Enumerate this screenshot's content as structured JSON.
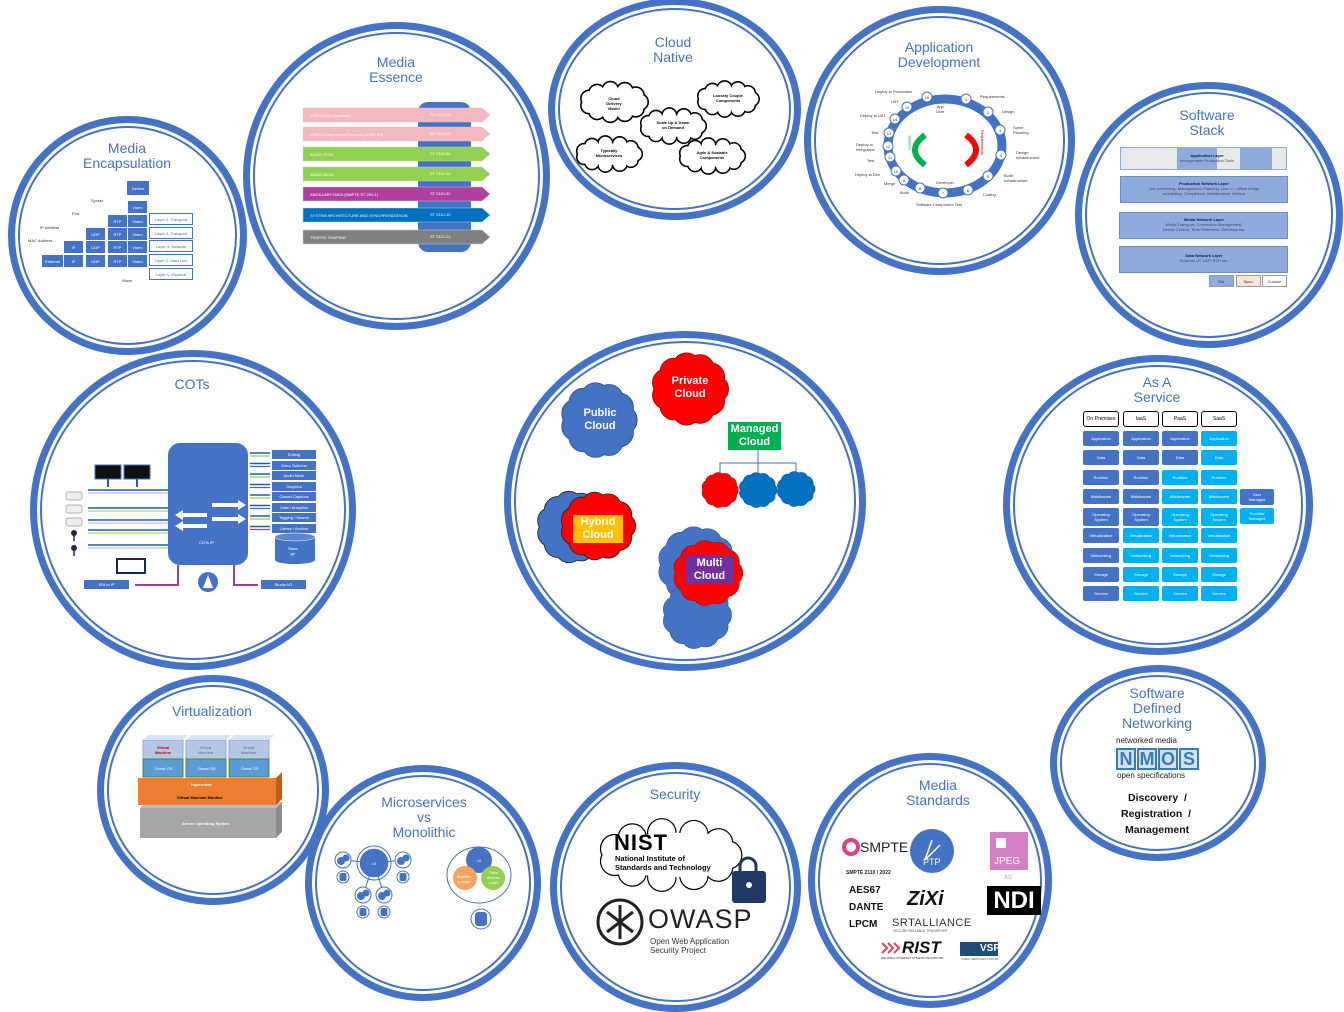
{
  "colors": {
    "ring": "#4472C4",
    "light_blue": "#00B0F0",
    "red": "#FF0000",
    "green": "#00B050",
    "orange": "#FFC000",
    "purple": "#7030A0"
  },
  "media_encapsulation": {
    "title": "Media\nEncapsulation",
    "deliver": "Deliver",
    "video": "Video",
    "rtp": "RTP",
    "udp": "UDP",
    "ip": "IP",
    "ethernet": "Ethernet",
    "layers": [
      "Layer 4, Transport",
      "Layer 4, Transport",
      "Layer 3, Network",
      "Layer 2, Data Link",
      "Layer 1, Physical"
    ],
    "annotations": [
      "Syntax",
      "Port",
      "IP Address",
      "MAC Address",
      "Wave"
    ]
  },
  "media_essence": {
    "title": "Media\nEssence",
    "rows": [
      {
        "label": "VIDEO Uncompressed",
        "std": "ST 2110-20",
        "color": "#F4B8C0"
      },
      {
        "label": "VIDEO Compressed Essence (JPEG XS)",
        "std": "ST 2110-22",
        "color": "#F4B8C0"
      },
      {
        "label": "AUDIO PCM",
        "std": "ST 2110-30",
        "color": "#92D050"
      },
      {
        "label": "AUDIO AES3",
        "std": "ST 2110-31",
        "color": "#92D050"
      },
      {
        "label": "ANCILLARY DATA (SMPTE ST 291-1)",
        "std": "ST 2110-40",
        "color": "#B040A0"
      },
      {
        "label": "SYSTEM ARCHITECTURE AND SYNCHRONIZATION",
        "std": "ST 2110-10",
        "color": "#0070C0"
      },
      {
        "label": "TRAFFIC SHAPING",
        "std": "ST 2110-21",
        "color": "#808080"
      }
    ]
  },
  "cloud_native": {
    "title": "Cloud\nNative",
    "clouds": [
      "Cloud\nDelivery\nModel",
      "Loosely Couple\nComponents",
      "Scale Up & Down\non Demand",
      "Typically\nMicroservices",
      "Agile & Scalable\nComponents"
    ]
  },
  "app_dev": {
    "title": "Application\nDevelopment",
    "steps": [
      "Requirements",
      "Design",
      "Sprint\nPlanning",
      "Design\nInfrastructure",
      "Build\nInfrastructure",
      "Coding",
      "Software Component Test",
      "Build",
      "Merge",
      "Deploy to Dev",
      "Test",
      "Deploy to\nIntegration",
      "Test",
      "Deploy at UAT",
      "UAT",
      "Deploy to Production"
    ],
    "numbers": [
      "1",
      "2",
      "3",
      "4",
      "5",
      "6",
      "7",
      "8",
      "9",
      "10",
      "11",
      "12",
      "13",
      "14",
      "15",
      "16"
    ],
    "app_user": "App\nUser",
    "developer": "Developer",
    "solution": "Solution",
    "requirements": "Requirements"
  },
  "software_stack": {
    "title": "Software\nStack",
    "layers": [
      {
        "name": "Application Layer",
        "desc": "Interoperable Production Tools"
      },
      {
        "name": "Production Network Layer",
        "desc": "Job scheduling, Management, Planning, Live <-> offline bridge\nscheduling, Compliance, Maintenance, Archive"
      },
      {
        "name": "Media Network Layer",
        "desc": "Media Transport, Connection Management,\nDevice Control, Time Reference, Directory etc."
      },
      {
        "name": "Data Network Layer",
        "desc": "Ethernet, IP, UDP, RTP etc."
      }
    ],
    "legend": [
      "Std.",
      "Spec.",
      "Custom"
    ]
  },
  "cots": {
    "title": "COTs",
    "core": "COTs IP",
    "functions": [
      "Editing",
      "Video Switcher",
      "Audio Mixer",
      "Graphics",
      "Closed Captions",
      "Data / Analytics",
      "Tagging / Search",
      "Library / Archive"
    ],
    "storage": "Stora\nge",
    "sdi": "SDI to IP",
    "studio": "Studio I/O"
  },
  "cloud_models": {
    "public": "Public\nCloud",
    "private": "Private\nCloud",
    "managed": "Managed\nCloud",
    "hybrid": "Hybrid\nCloud",
    "multi": "Multi\nCloud"
  },
  "as_a_service": {
    "title": "As A\nService",
    "columns": [
      "On Premises",
      "IaaS",
      "PaaS",
      "SaaS"
    ],
    "rows": [
      "Application",
      "Data",
      "Runtime",
      "Middleware",
      "Operating\nSystem",
      "Virtualization",
      "Networking",
      "Storage",
      "Servers"
    ],
    "user_managed_counts": [
      9,
      5,
      2,
      0
    ],
    "legend": [
      "User\nManaged",
      "Provider\nManaged"
    ]
  },
  "virtualization": {
    "title": "Virtualization",
    "vms": [
      "Virtual\nMachine",
      "Virtual\nMachine",
      "Virtual\nMachine"
    ],
    "guest_os": "Guest OS",
    "hypervisor": "Hypervisor",
    "vmm": "Virtual Machine Monitor",
    "server_os": "Server Operating System"
  },
  "microservices": {
    "title": "Microservices\nvs\nMonolithic",
    "ui": "UI",
    "business": "Busines\ns Logic",
    "data_access": "Data\nAccess\nLayer"
  },
  "security": {
    "title": "Security",
    "nist": "NIST",
    "nist_full": "National Institute of\nStandards and Technology",
    "owasp": "OWASP",
    "owasp_full": "Open Web Application\nSecurity Project"
  },
  "media_standards": {
    "title": "Media\nStandards",
    "smpte": "SMPTE",
    "smpte_std": "SMPTE 2110 / 2022",
    "ptp": "PTP",
    "jpeg": "JPEG",
    "xs": "XS",
    "audio": [
      "AES67",
      "DANTE",
      "LPCM"
    ],
    "zixi": "ZiXi",
    "srt": "SRTALLIANCE",
    "srt_sub": "SECURE RELIABLE TRANSPORT",
    "ndi": "NDI",
    "rist": "RIST",
    "rist_sub": "RELIABLE INTERNET STREAM TRANSPORT",
    "vsf": "VSF",
    "vsf_sub": "VIDEO SERVICES FORUM"
  },
  "sdn": {
    "title": "Software\nDefined\nNetworking",
    "networked": "networked media",
    "nmos": [
      "N",
      "M",
      "O",
      "S"
    ],
    "open_specs": "open specifications",
    "lines": [
      "Discovery  /",
      "Registration  /",
      "Management"
    ]
  }
}
